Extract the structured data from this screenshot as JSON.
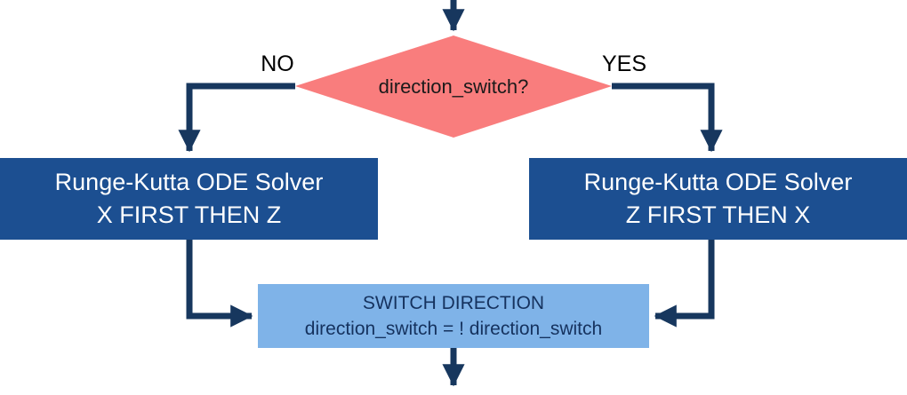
{
  "diagram": {
    "type": "flowchart",
    "decision": {
      "label": "direction_switch?"
    },
    "branches": {
      "no": "NO",
      "yes": "YES"
    },
    "solver_left": {
      "line1": "Runge-Kutta ODE Solver",
      "line2": "X FIRST THEN Z"
    },
    "solver_right": {
      "line1": "Runge-Kutta ODE Solver",
      "line2": "Z FIRST THEN X"
    },
    "switch_box": {
      "line1": "SWITCH DIRECTION",
      "line2": "direction_switch = ! direction_switch"
    },
    "colors": {
      "arrow": "#17375e",
      "solver_box": "#1c4f91",
      "solver_text": "#ffffff",
      "decision_diamond": "#f97d7d",
      "decision_text": "#1a1a1a",
      "switch_fill": "#7fb3e8",
      "switch_text": "#15325e",
      "background": "#ffffff"
    }
  }
}
